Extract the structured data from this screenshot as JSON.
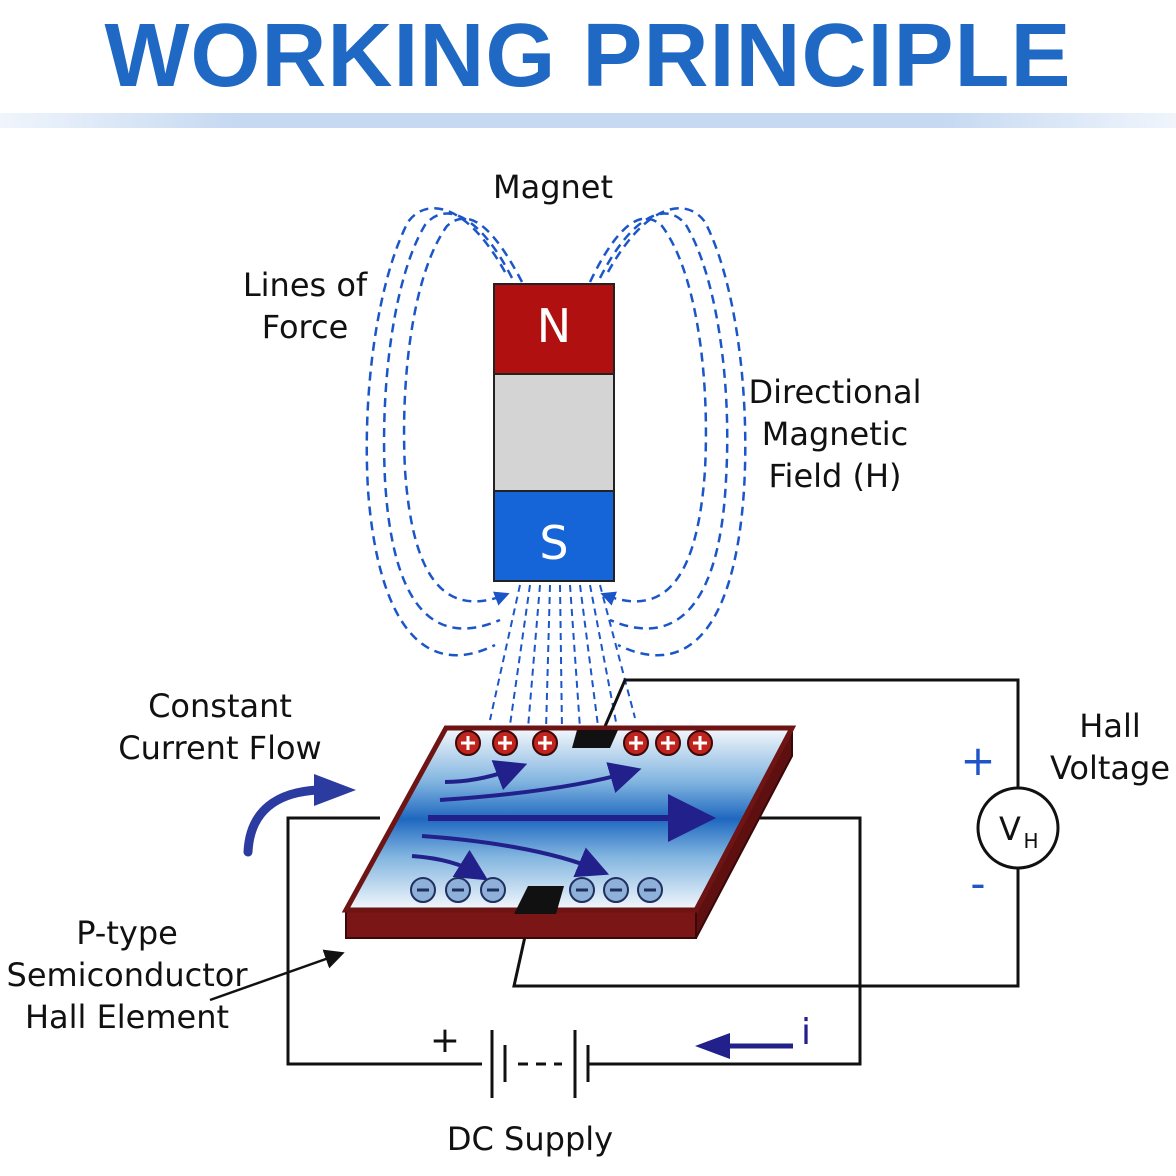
{
  "title": "WORKING PRINCIPLE",
  "labels": {
    "magnet": "Magnet",
    "lines_of_force_1": "Lines of",
    "lines_of_force_2": "Force",
    "directional_1": "Directional",
    "directional_2": "Magnetic",
    "directional_3": "Field (H)",
    "north": "N",
    "south": "S",
    "constant_1": "Constant",
    "constant_2": "Current Flow",
    "hall_1": "Hall",
    "hall_2": "Voltage",
    "plus_hall": "+",
    "minus_hall": "-",
    "voltmeter_v": "V",
    "voltmeter_sub": "H",
    "ptype_1": "P-type",
    "ptype_2": "Semiconductor",
    "ptype_3": "Hall Element",
    "battery_plus": "+",
    "current_i": "i",
    "dc_supply": "DC Supply"
  },
  "colors": {
    "title": "#1f69c4",
    "north_pole": "#b0100f",
    "south_pole": "#1565d8",
    "magnet_body": "#d4d4d4",
    "field_lines": "#1b56c8",
    "plate_edge": "#6e1414",
    "current_arrows": "#22208a",
    "curve_arrow": "#2b3ba0"
  }
}
